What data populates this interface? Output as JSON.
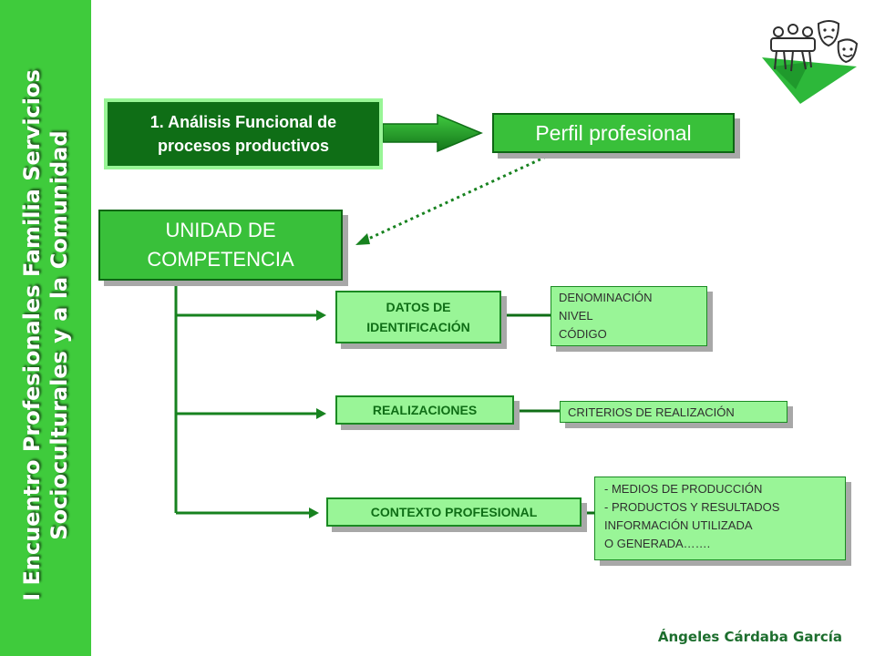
{
  "sidebar": {
    "line1": "I Encuentro Profesionales Familia Servicios",
    "line2": "Socioculturales y a  la  Comunidad"
  },
  "diagram": {
    "analysis": {
      "line1": "1. Análisis Funcional de",
      "line2": "procesos productivos"
    },
    "perfil": "Perfil profesional",
    "unidad": "UNIDAD DE COMPETENCIA",
    "datos": {
      "line1": "DATOS DE",
      "line2": "IDENTIFICACIÓN"
    },
    "realizaciones": "REALIZACIONES",
    "contexto": "CONTEXTO PROFESIONAL",
    "datos_detail": [
      "DENOMINACIÓN",
      "NIVEL",
      "CÓDIGO"
    ],
    "realizaciones_detail": "CRITERIOS DE REALIZACIÓN",
    "contexto_detail": [
      "- MEDIOS DE PRODUCCIÓN",
      "- PRODUCTOS Y RESULTADOS",
      "INFORMACIÓN UTILIZADA",
      "O GENERADA……."
    ]
  },
  "footer": {
    "author": "Ángeles Cárdaba García"
  },
  "colors": {
    "sidebar": "#3fcb3c",
    "dark_green": "#0f6e16",
    "mid_green": "#39c03a",
    "light_green": "#99f597",
    "connector_green": "#17821f"
  },
  "icons": {
    "logo": "people-theater-masks-logo"
  }
}
